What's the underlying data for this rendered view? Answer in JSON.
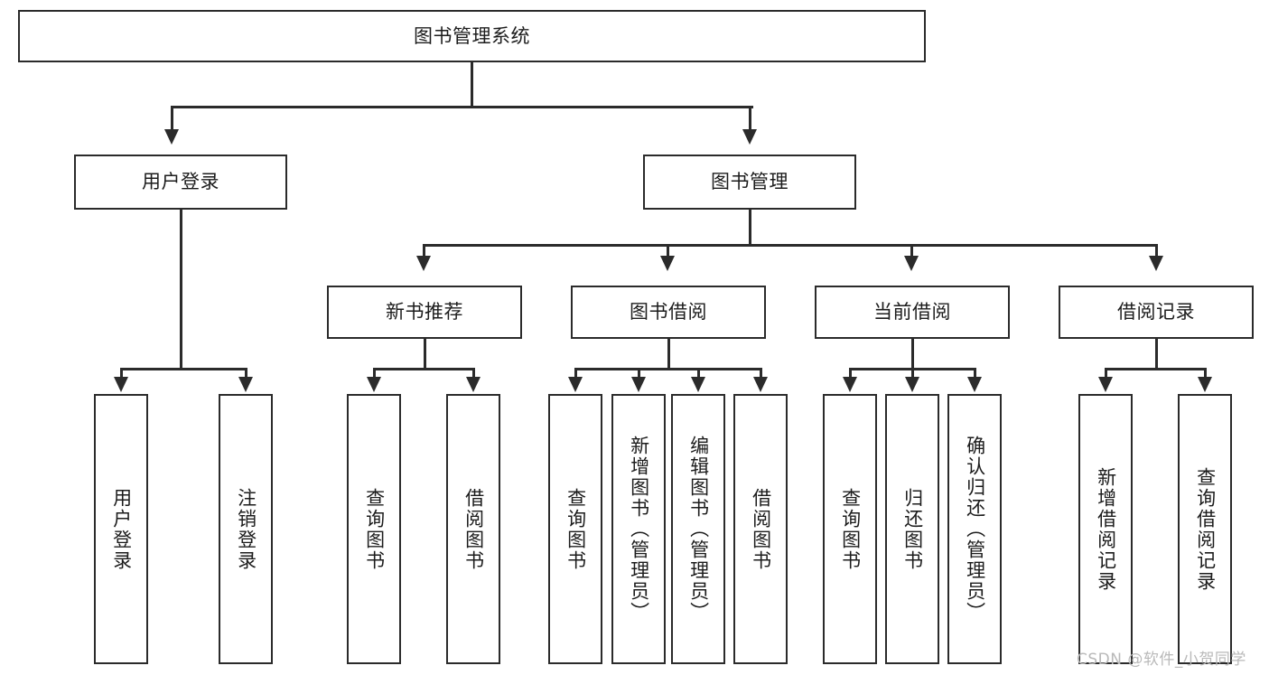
{
  "diagram": {
    "title": "图书管理系统",
    "type": "功能结构图",
    "root": {
      "label": "图书管理系统"
    },
    "level2": [
      {
        "label": "用户登录"
      },
      {
        "label": "图书管理"
      }
    ],
    "level3": [
      {
        "label": "新书推荐"
      },
      {
        "label": "图书借阅"
      },
      {
        "label": "当前借阅"
      },
      {
        "label": "借阅记录"
      }
    ],
    "leaves": {
      "user_login": [
        {
          "label": "用户登录"
        },
        {
          "label": "注销登录"
        }
      ],
      "new_book_recommend": [
        {
          "label": "查询图书"
        },
        {
          "label": "借阅图书"
        }
      ],
      "book_borrow": [
        {
          "label": "查询图书"
        },
        {
          "label": "新增图书（管理员）"
        },
        {
          "label": "编辑图书（管理员）"
        },
        {
          "label": "借阅图书"
        }
      ],
      "current_borrow": [
        {
          "label": "查询图书"
        },
        {
          "label": "归还图书"
        },
        {
          "label": "确认归还（管理员）"
        }
      ],
      "borrow_record": [
        {
          "label": "新增借阅记录"
        },
        {
          "label": "查询借阅记录"
        }
      ]
    }
  },
  "watermark": {
    "text": "CSDN @软件_小贺同学"
  },
  "colors": {
    "stroke": "#2b2b2b",
    "fill": "#ffffff",
    "text": "#1c1c1c",
    "watermark": "#b9b9b9"
  }
}
